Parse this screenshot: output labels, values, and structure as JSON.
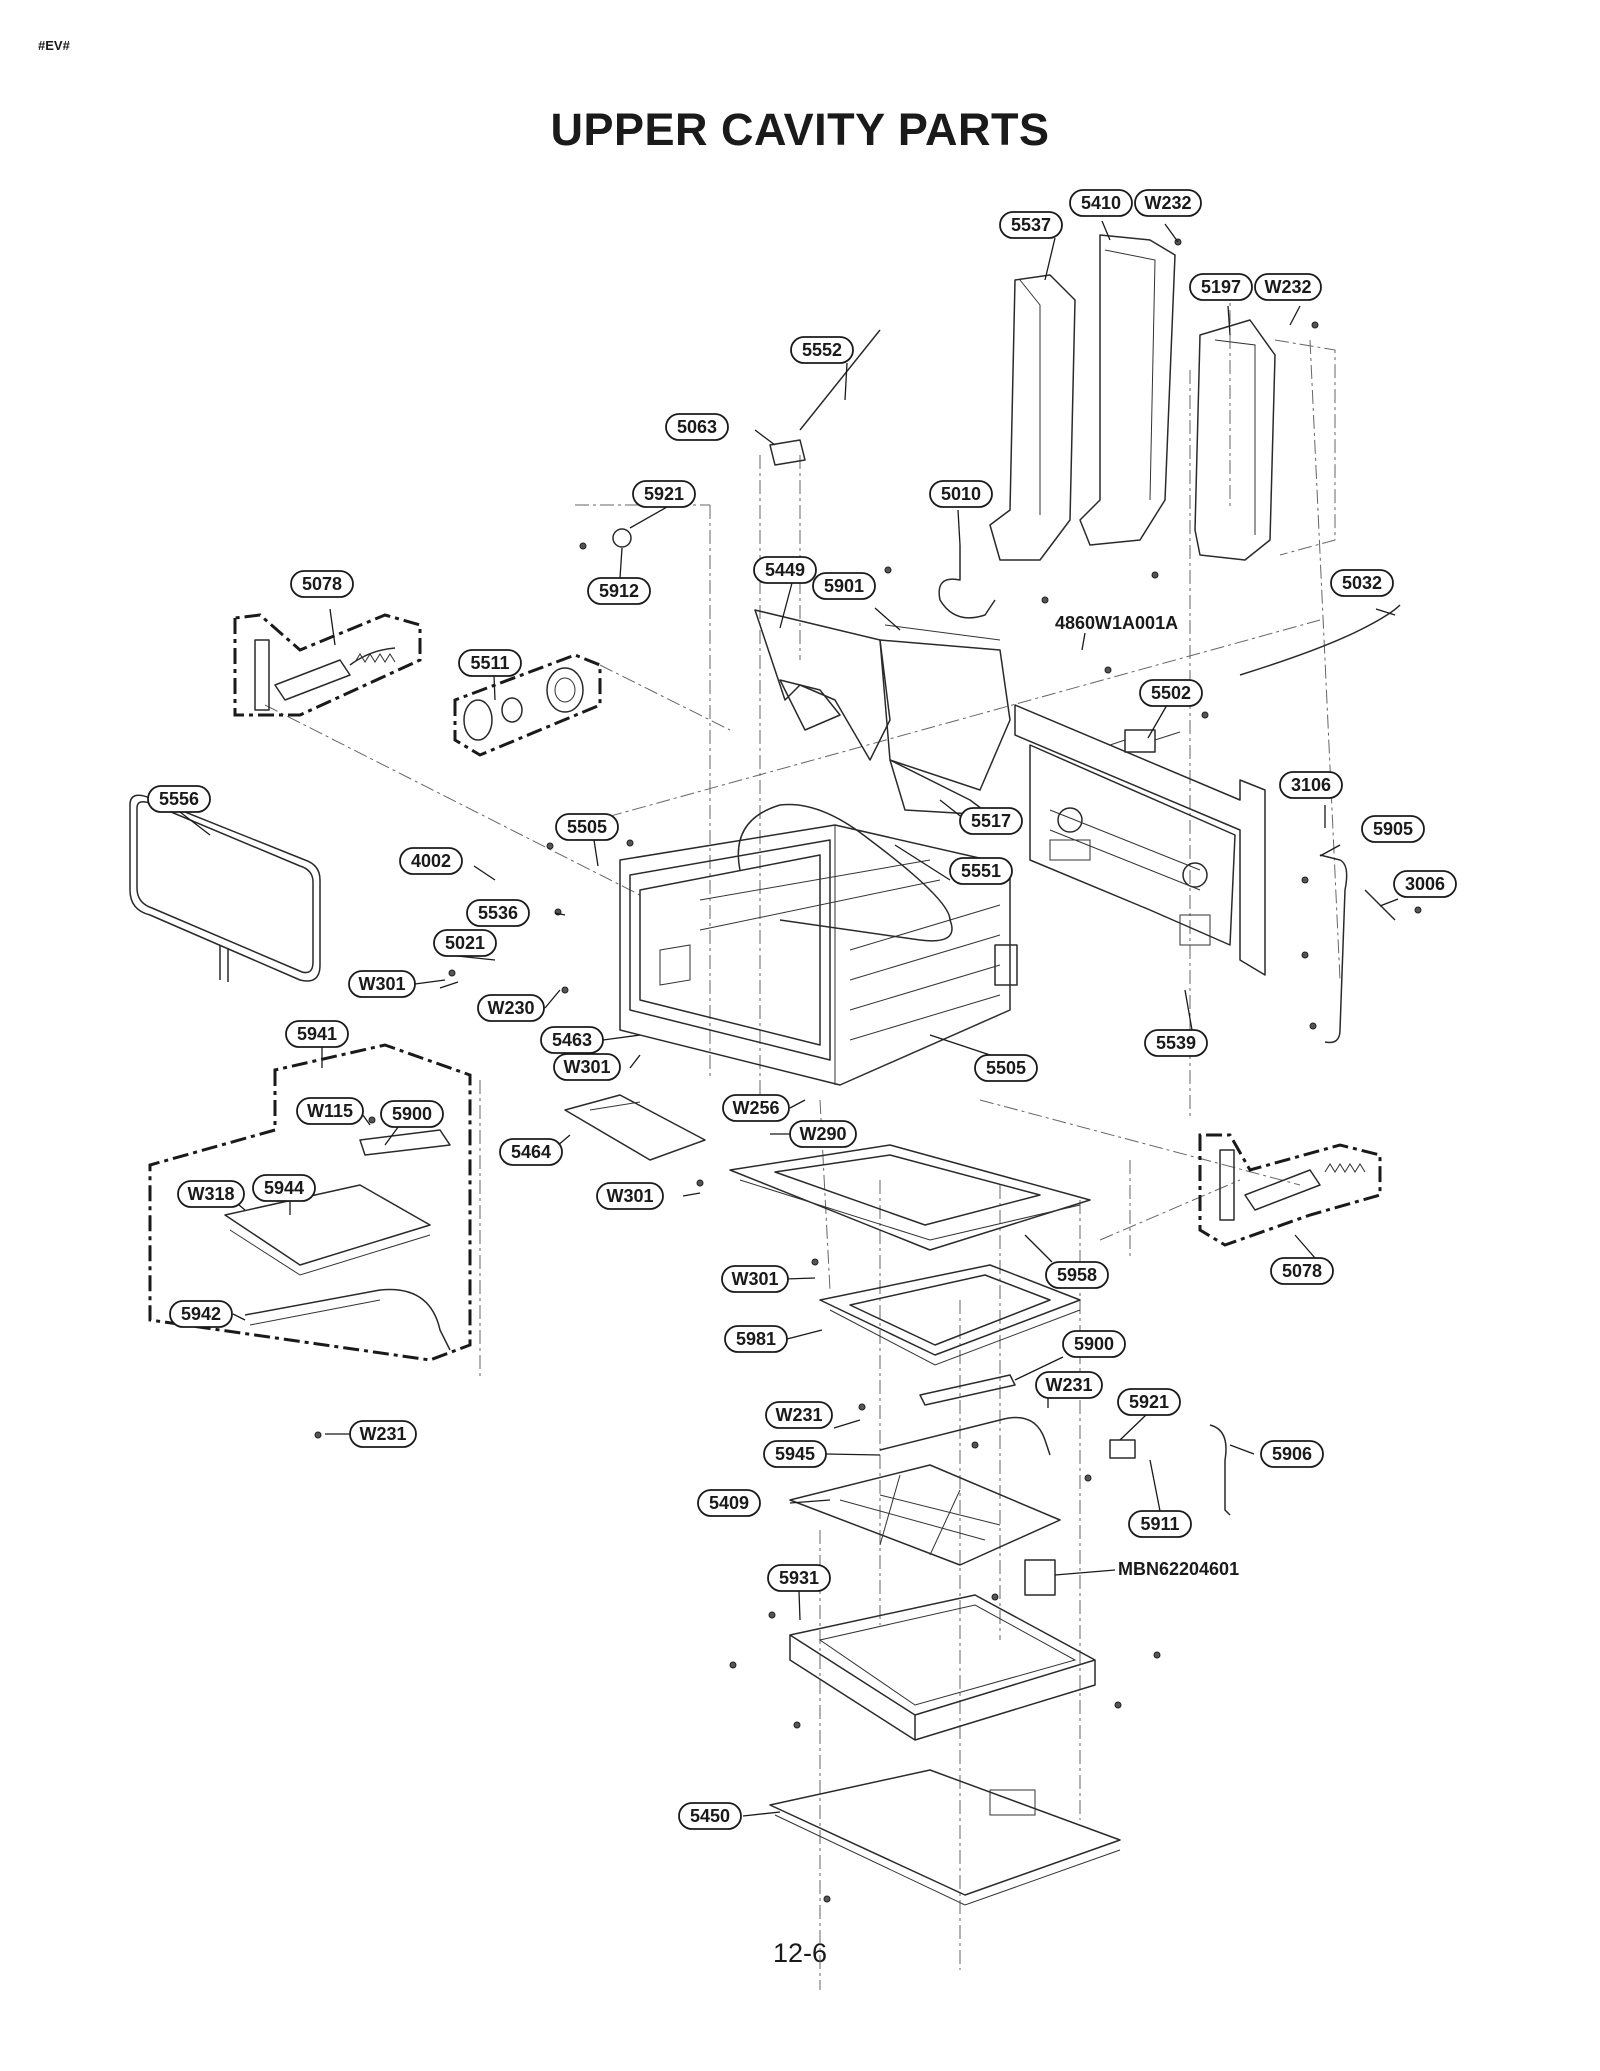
{
  "header": {
    "corner_code": "#EV#",
    "title": "UPPER CAVITY PARTS"
  },
  "footer": {
    "page_number": "12-6"
  },
  "callouts": [
    {
      "id": "c-5410",
      "text": "5410"
    },
    {
      "id": "c-w232a",
      "text": "W232"
    },
    {
      "id": "c-5537",
      "text": "5537"
    },
    {
      "id": "c-5197",
      "text": "5197"
    },
    {
      "id": "c-w232b",
      "text": "W232"
    },
    {
      "id": "c-5552",
      "text": "5552"
    },
    {
      "id": "c-5063",
      "text": "5063"
    },
    {
      "id": "c-5921a",
      "text": "5921"
    },
    {
      "id": "c-5010",
      "text": "5010"
    },
    {
      "id": "c-5912",
      "text": "5912"
    },
    {
      "id": "c-5449",
      "text": "5449"
    },
    {
      "id": "c-5901",
      "text": "5901"
    },
    {
      "id": "c-5078a",
      "text": "5078"
    },
    {
      "id": "c-5032",
      "text": "5032"
    },
    {
      "id": "c-5511",
      "text": "5511"
    },
    {
      "id": "c-5502",
      "text": "5502"
    },
    {
      "id": "c-5556",
      "text": "5556"
    },
    {
      "id": "c-3106",
      "text": "3106"
    },
    {
      "id": "c-5505a",
      "text": "5505"
    },
    {
      "id": "c-5517",
      "text": "5517"
    },
    {
      "id": "c-5905",
      "text": "5905"
    },
    {
      "id": "c-4002",
      "text": "4002"
    },
    {
      "id": "c-5551",
      "text": "5551"
    },
    {
      "id": "c-3006",
      "text": "3006"
    },
    {
      "id": "c-5536",
      "text": "5536"
    },
    {
      "id": "c-5021",
      "text": "5021"
    },
    {
      "id": "c-w301a",
      "text": "W301"
    },
    {
      "id": "c-w230",
      "text": "W230"
    },
    {
      "id": "c-5539",
      "text": "5539"
    },
    {
      "id": "c-5941",
      "text": "5941"
    },
    {
      "id": "c-5463",
      "text": "5463"
    },
    {
      "id": "c-5505b",
      "text": "5505"
    },
    {
      "id": "c-w301b",
      "text": "W301"
    },
    {
      "id": "c-w115",
      "text": "W115"
    },
    {
      "id": "c-5900a",
      "text": "5900"
    },
    {
      "id": "c-w256",
      "text": "W256"
    },
    {
      "id": "c-w290",
      "text": "W290"
    },
    {
      "id": "c-5464",
      "text": "5464"
    },
    {
      "id": "c-w318",
      "text": "W318"
    },
    {
      "id": "c-5944",
      "text": "5944"
    },
    {
      "id": "c-w301c",
      "text": "W301"
    },
    {
      "id": "c-5958",
      "text": "5958"
    },
    {
      "id": "c-5078b",
      "text": "5078"
    },
    {
      "id": "c-w301d",
      "text": "W301"
    },
    {
      "id": "c-5942",
      "text": "5942"
    },
    {
      "id": "c-5981",
      "text": "5981"
    },
    {
      "id": "c-5900b",
      "text": "5900"
    },
    {
      "id": "c-w231a",
      "text": "W231"
    },
    {
      "id": "c-w231b",
      "text": "W231"
    },
    {
      "id": "c-5921b",
      "text": "5921"
    },
    {
      "id": "c-w231c",
      "text": "W231"
    },
    {
      "id": "c-5945",
      "text": "5945"
    },
    {
      "id": "c-5906",
      "text": "5906"
    },
    {
      "id": "c-5409",
      "text": "5409"
    },
    {
      "id": "c-5911",
      "text": "5911"
    },
    {
      "id": "c-5931",
      "text": "5931"
    },
    {
      "id": "c-5450",
      "text": "5450"
    }
  ],
  "free_labels": {
    "part_4860": "4860W1A001A",
    "part_mbn": "MBN62204601"
  }
}
